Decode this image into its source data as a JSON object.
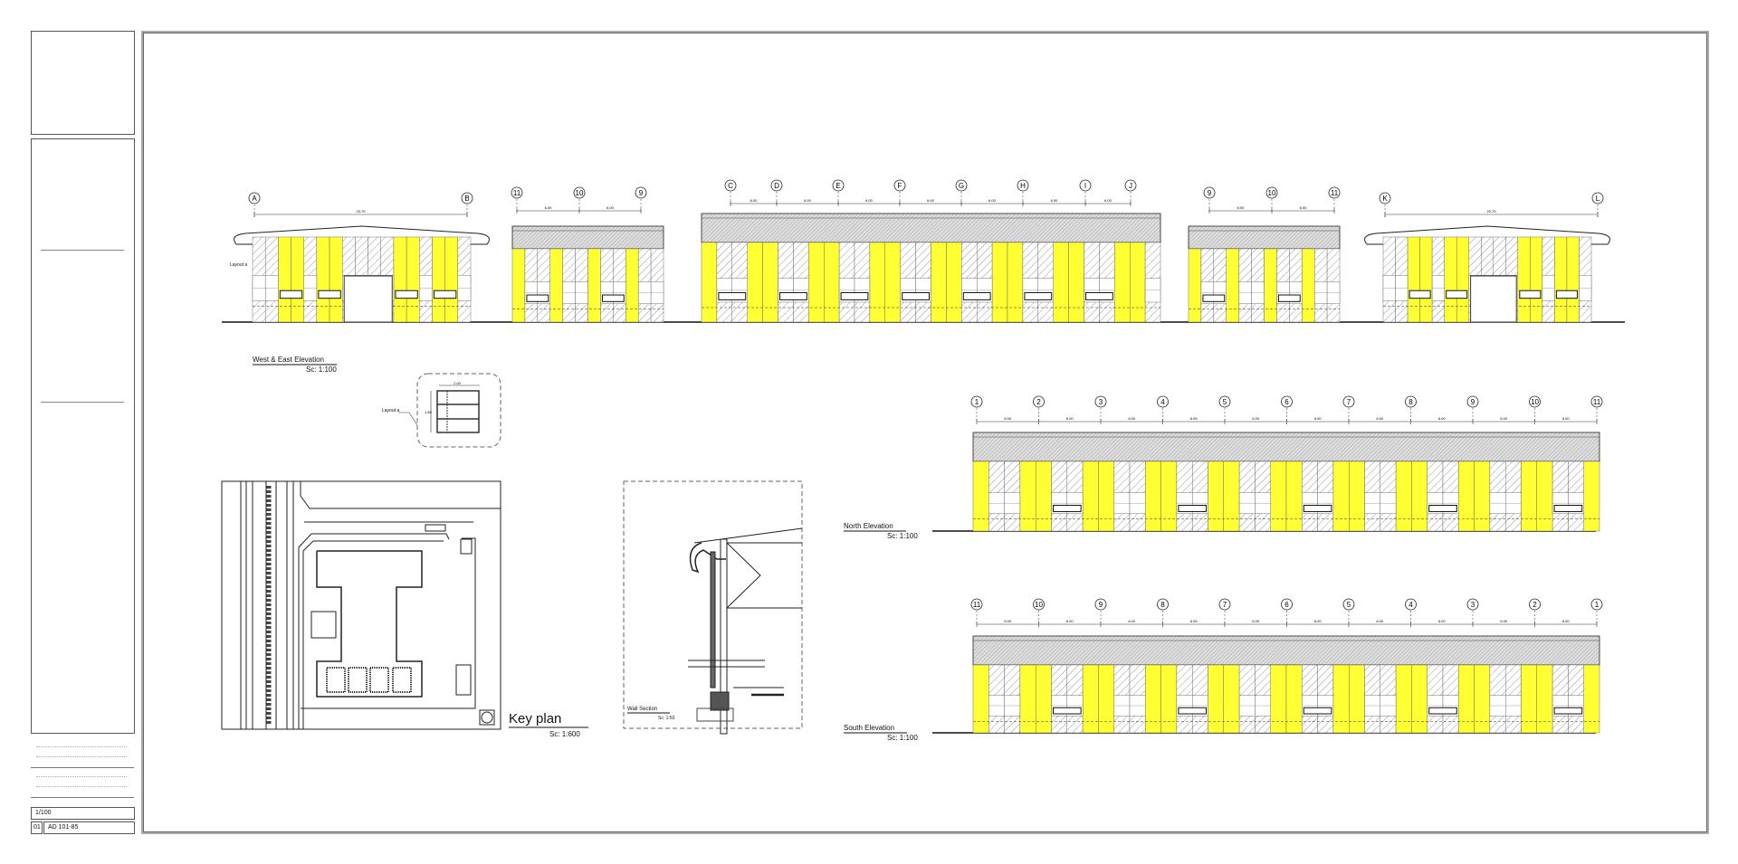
{
  "title_block": {
    "scale": "1/100",
    "sheet_index": "01",
    "sheet_number": "AD 101-85"
  },
  "west_east_elevation": {
    "title": "West & East Elevation",
    "scale": "Sc: 1:100",
    "layout_label": "Layout a",
    "buildings": [
      {
        "grid": [
          "A",
          "B"
        ],
        "overall_dim": "20.70"
      },
      {
        "grid": [
          "11",
          "10",
          "9"
        ],
        "dims": [
          "6.00",
          "6.00"
        ]
      },
      {
        "grid": [
          "C",
          "D",
          "E",
          "F",
          "G",
          "H",
          "I",
          "J"
        ],
        "dims": [
          "6.00",
          "6.00",
          "6.00",
          "6.00",
          "6.00",
          "6.00",
          "6.00"
        ]
      },
      {
        "grid": [
          "9",
          "10",
          "11"
        ],
        "dims": [
          "6.00",
          "6.00"
        ]
      },
      {
        "grid": [
          "K",
          "L"
        ],
        "overall_dim": "20.70"
      }
    ]
  },
  "layout_detail": {
    "label": "Layout a",
    "width_dim": "2.00",
    "height_dim": "1.80"
  },
  "key_plan": {
    "title": "Key plan",
    "scale": "Sc: 1:600"
  },
  "wall_section": {
    "title": "Wall Section",
    "scale": "Sc: 1:50"
  },
  "north_elevation": {
    "title": "North  Elevation",
    "scale": "Sc: 1:100",
    "grid": [
      "1",
      "2",
      "3",
      "4",
      "5",
      "6",
      "7",
      "8",
      "9",
      "10",
      "11"
    ],
    "bay_dim": "6.00"
  },
  "south_elevation": {
    "title": "South  Elevation",
    "scale": "Sc: 1:100",
    "grid": [
      "11",
      "10",
      "9",
      "8",
      "7",
      "6",
      "5",
      "4",
      "3",
      "2",
      "1"
    ],
    "bay_dim": "6.00"
  },
  "colors": {
    "panel_highlight": "#ffff33",
    "line": "#222222",
    "hatch": "#888888"
  }
}
